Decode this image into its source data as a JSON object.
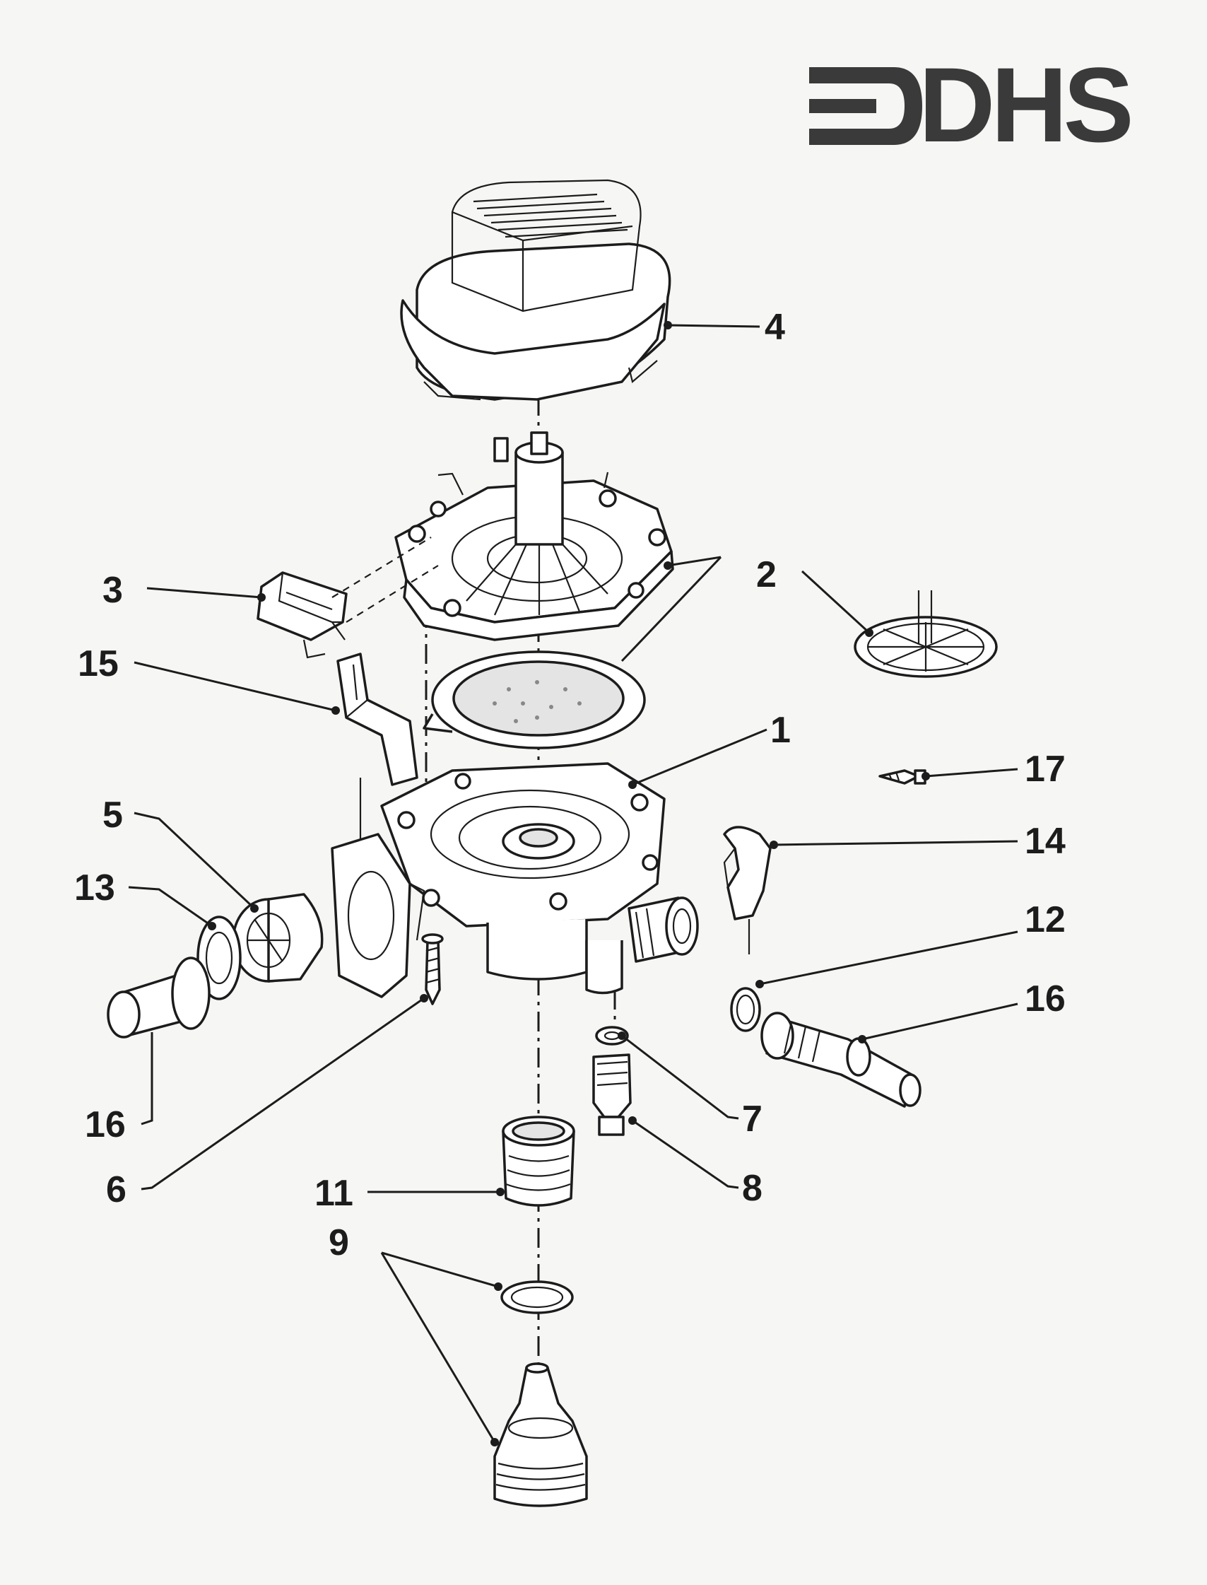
{
  "brand": {
    "logo_text": "DHS",
    "color": "#3a3a3a"
  },
  "callouts": {
    "c1": "1",
    "c2": "2",
    "c3": "3",
    "c4": "4",
    "c5": "5",
    "c6": "6",
    "c7": "7",
    "c8": "8",
    "c9": "9",
    "c11": "11",
    "c12": "12",
    "c13": "13",
    "c14": "14",
    "c15": "15",
    "c16a": "16",
    "c16b": "16",
    "c17": "17"
  }
}
